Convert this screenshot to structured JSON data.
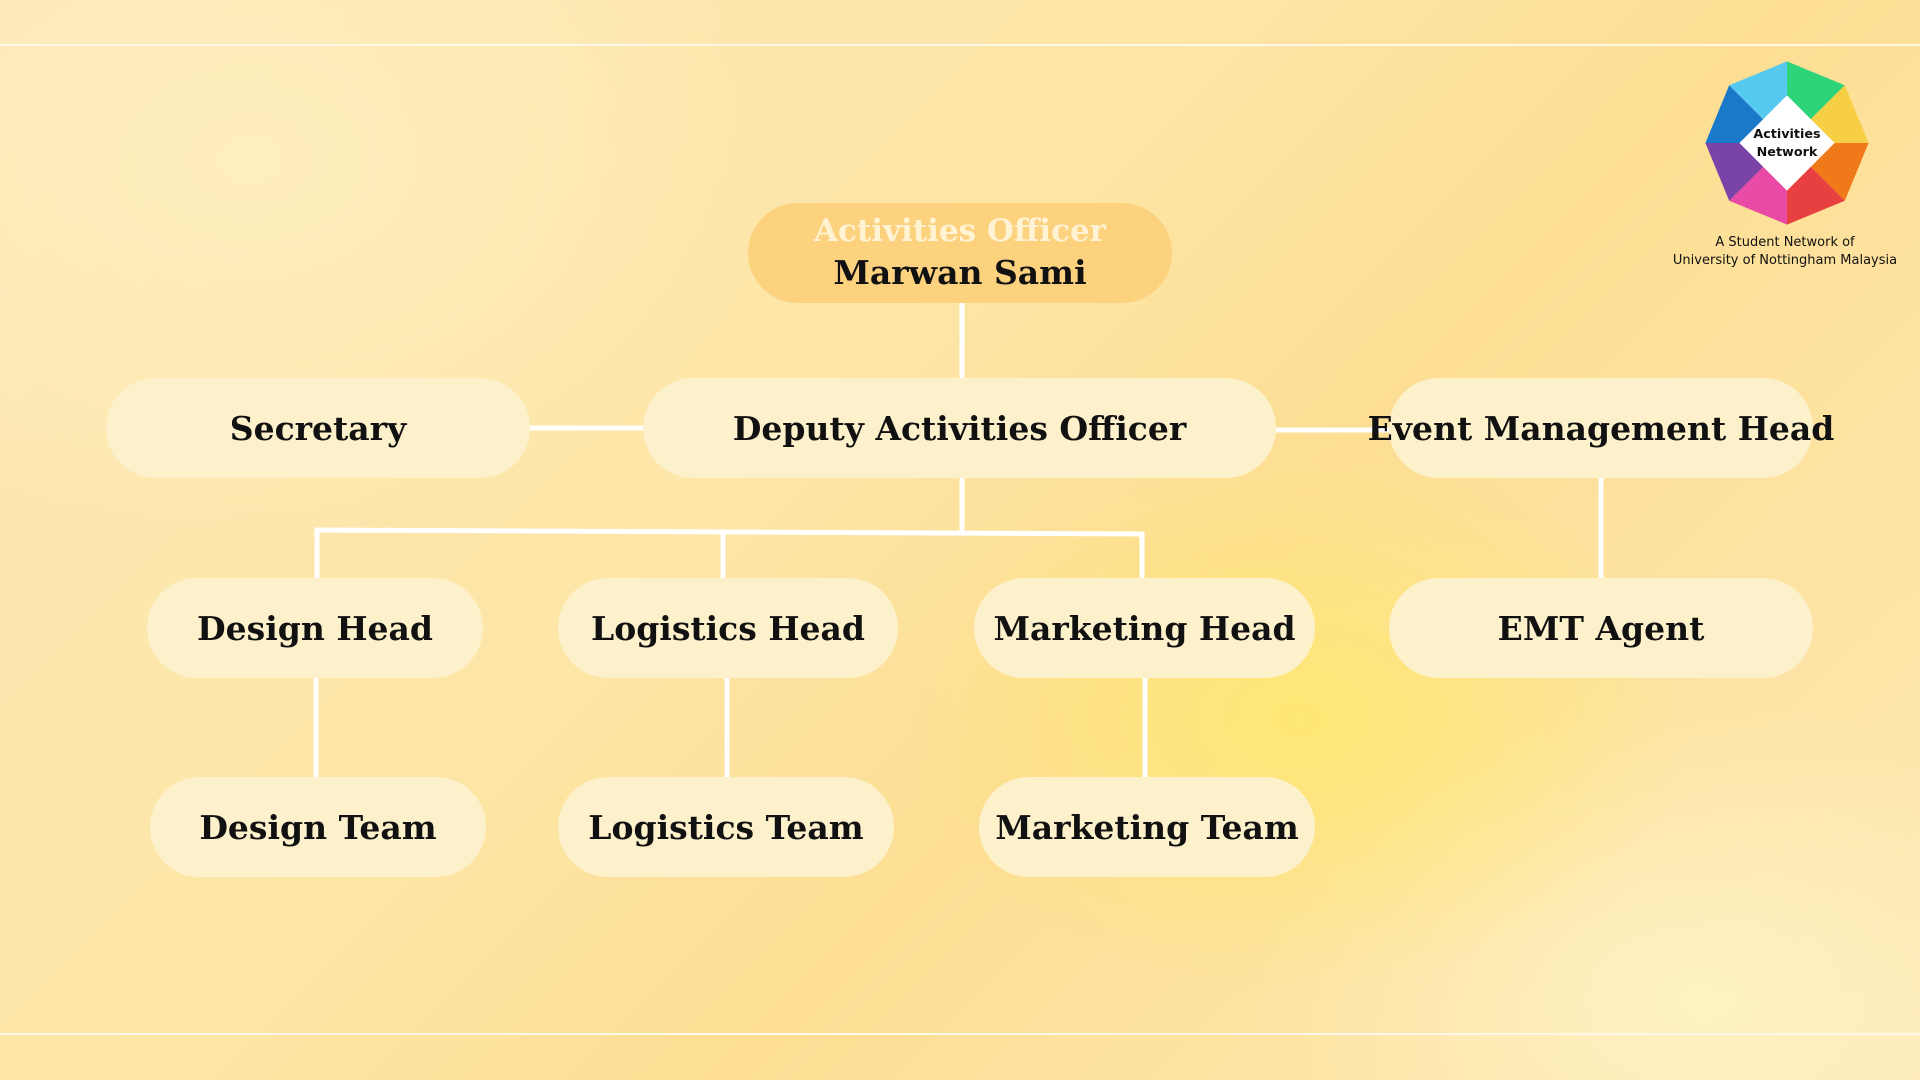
{
  "org": {
    "root": {
      "role": "Activities Officer",
      "name": "Marwan Sami"
    },
    "secretary": "Secretary",
    "deputy": "Deputy Activities Officer",
    "event_management_head": "Event Management Head",
    "design_head": "Design Head",
    "logistics_head": "Logistics Head",
    "marketing_head": "Marketing Head",
    "emt_agent": "EMT Agent",
    "design_team": "Design Team",
    "logistics_team": "Logistics Team",
    "marketing_team": "Marketing Team"
  },
  "logo": {
    "line1": "Activities",
    "line2": "Network",
    "caption1": "A Student Network of",
    "caption2": "University of Nottingham Malaysia"
  },
  "colors": {
    "node_fill": "#fdf1cc",
    "root_fill": "#fdd27f",
    "connector": "#ffffff"
  }
}
